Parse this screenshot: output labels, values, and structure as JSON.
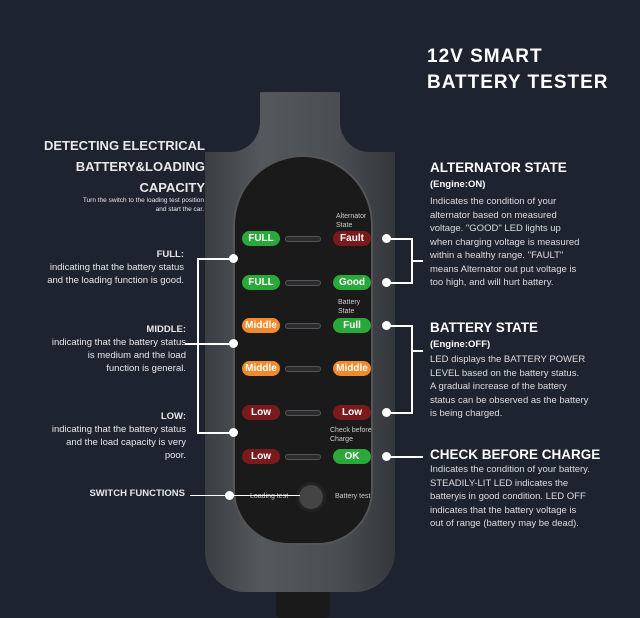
{
  "title": [
    "12V SMART",
    "BATTERY TESTER"
  ],
  "left": {
    "heading": [
      "DETECTING ELECTRICAL",
      "BATTERY&LOADING",
      "CAPACITY"
    ],
    "instruction": [
      "Turn the switch to the loading test position",
      "and start the car."
    ],
    "full_h": "FULL:",
    "full_t": [
      "indicating that the battery status",
      "and the loading function is good."
    ],
    "middle_h": "MIDDLE:",
    "middle_t": [
      "indicating that the battery status",
      "is medium and the load",
      "function is general."
    ],
    "low_h": "LOW:",
    "low_t": [
      "indicating that the battery status",
      "and the load capacity is very",
      "poor."
    ],
    "switch": "SWITCH FUNCTIONS"
  },
  "device": {
    "left_leds": [
      "FULL",
      "FULL",
      "Middle",
      "Middle",
      "Low",
      "Low"
    ],
    "right_leds": [
      "Fault",
      "Good",
      "Full",
      "Middle",
      "Low",
      "OK"
    ],
    "alt_label": [
      "Alternator",
      "State"
    ],
    "bat_label": [
      "Battery",
      "State"
    ],
    "check_label": [
      "Check before",
      "Charge"
    ],
    "loading_test": "Loading test",
    "battery_test": "Battery test"
  },
  "right": {
    "alt_h": "ALTERNATOR STATE",
    "alt_sub": "(Engine:ON)",
    "alt_t": [
      "Indicates the condition of your",
      "alternator based on measured",
      "voltage. \"GOOD\" LED lights up",
      "when charging voltage is measured",
      "within a healthy range. \"FAULT\"",
      "means Alternator out put voltage is",
      "too high, and will hurt battery."
    ],
    "bat_h": "BATTERY STATE",
    "bat_sub": "(Engine:OFF)",
    "bat_t": [
      "LED displays the BATTERY POWER",
      "LEVEL based on the battery status.",
      "A gradual increase of the battery",
      "status can be observed as the battery",
      "is being charged."
    ],
    "chk_h": "CHECK BEFORE CHARGE",
    "chk_t": [
      "Indicates the condition of your battery.",
      "STEADILY-LIT LED indicates the",
      "batteryis in good condition. LED OFF",
      "indicates that the battery voltage is",
      "out of range (battery may be dead)."
    ]
  }
}
